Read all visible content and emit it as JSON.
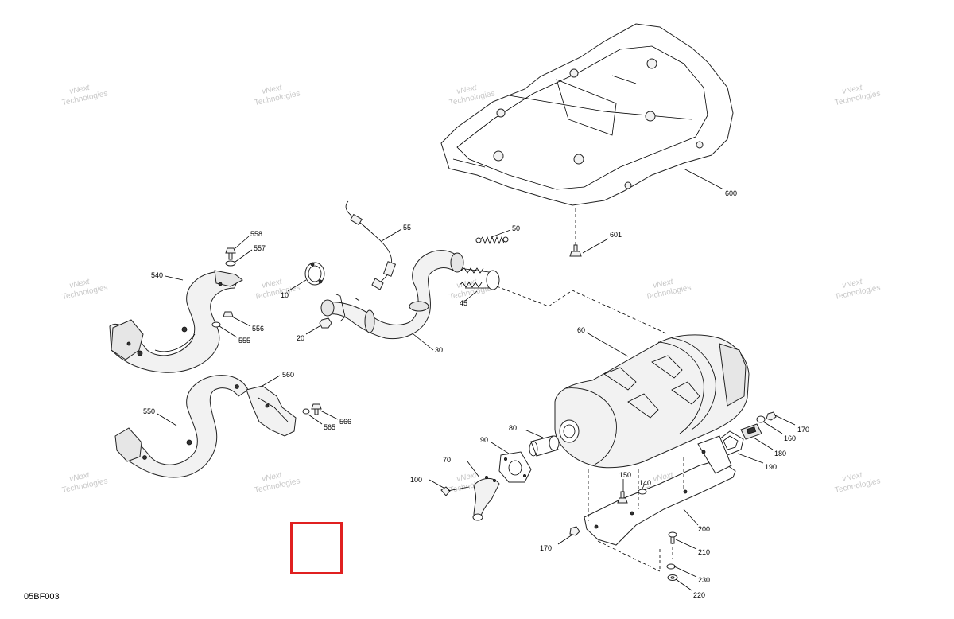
{
  "diagram": {
    "code": "05BF003",
    "watermark": {
      "line1": "vNext",
      "line2": "Technologies"
    },
    "callouts": {
      "c600": "600",
      "c601": "601",
      "c55": "55",
      "c50": "50",
      "c558": "558",
      "c557": "557",
      "c540": "540",
      "c10": "10",
      "c45": "45",
      "c556": "556",
      "c555": "555",
      "c20": "20",
      "c30": "30",
      "c60": "60",
      "c560": "560",
      "c550": "550",
      "c566": "566",
      "c565": "565",
      "c170a": "170",
      "c160": "160",
      "c80": "80",
      "c90": "90",
      "c180": "180",
      "c70": "70",
      "c190": "190",
      "c100": "100",
      "c150": "150",
      "c140": "140",
      "c200": "200",
      "c170b": "170",
      "c210": "210",
      "c230": "230",
      "c220": "220"
    },
    "highlight_color": "#e02020"
  }
}
